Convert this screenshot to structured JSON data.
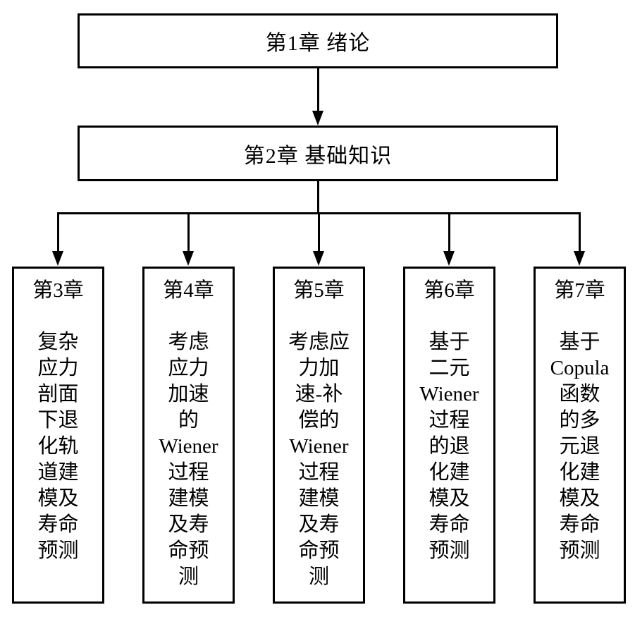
{
  "diagram": {
    "title": "thesis-chapter-structure-flowchart",
    "colors": {
      "line": "#000000",
      "text": "#000000",
      "background": "#ffffff"
    },
    "top_nodes": [
      {
        "label": "第1章 绪论"
      },
      {
        "label": "第2章 基础知识"
      }
    ],
    "branch_nodes": [
      {
        "chapter": "第3章",
        "body": "复杂\n应力\n剖面\n下退\n化轨\n道建\n模及\n寿命\n预测",
        "full_text": "复杂应力剖面下退化轨道建模及寿命预测"
      },
      {
        "chapter": "第4章",
        "body": "考虑\n应力\n加速\n的\nWiener\n过程\n建模\n及寿\n命预\n测",
        "full_text": "考虑应力加速的Wiener过程建模及寿命预测"
      },
      {
        "chapter": "第5章",
        "body": "考虑应\n力加\n速-补\n偿的\nWiener\n过程\n建模\n及寿\n命预\n测",
        "full_text": "考虑应力加速-补偿的Wiener过程建模及寿命预测"
      },
      {
        "chapter": "第6章",
        "body": "基于\n二元\nWiener\n过程\n的退\n化建\n模及\n寿命\n预测",
        "full_text": "基于二元Wiener过程的退化建模及寿命预测"
      },
      {
        "chapter": "第7章",
        "body": "基于\nCopula\n函数\n的多\n元退\n化建\n模及\n寿命\n预测",
        "full_text": "基于Copula函数的多元退化建模及寿命预测"
      }
    ]
  }
}
